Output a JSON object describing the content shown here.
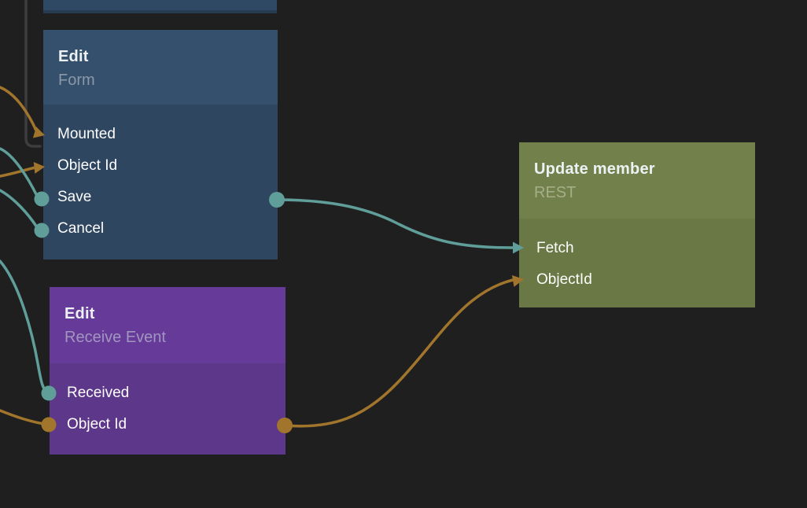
{
  "canvas": {
    "background": "#1f1f20"
  },
  "colors": {
    "signal_teal": "#5f9e99",
    "data_gold": "#a1752c",
    "inactive_wire": "#3d3d40",
    "blue_header": "#34506d",
    "blue_body": "#2e4660",
    "purple_header": "#663a99",
    "purple_body": "#5d3789",
    "olive_header": "#72814b",
    "olive_body": "#6a7845"
  },
  "nodes": [
    {
      "id": "clipped-node-top",
      "title": "",
      "subtitle": "",
      "ports": []
    },
    {
      "id": "edit-form",
      "title": "Edit",
      "subtitle": "Form",
      "ports": [
        {
          "label": "Mounted",
          "connector": "signal-arrow-input",
          "color": "#a1752c"
        },
        {
          "label": "Object Id",
          "connector": "data-arrow-input",
          "color": "#a1752c"
        },
        {
          "label": "Save",
          "connector": "signal-dot-input",
          "color": "#5f9e99"
        },
        {
          "label": "Cancel",
          "connector": "signal-dot-input",
          "color": "#5f9e99"
        }
      ],
      "output_port": {
        "side": "right",
        "color": "#5f9e99"
      }
    },
    {
      "id": "edit-receive-event",
      "title": "Edit",
      "subtitle": "Receive Event",
      "ports": [
        {
          "label": "Received",
          "connector": "signal-dot-input",
          "color": "#5f9e99"
        },
        {
          "label": "Object Id",
          "connector": "data-dot-input",
          "color": "#a1752c"
        }
      ],
      "output_port": {
        "side": "right",
        "color": "#a1752c"
      }
    },
    {
      "id": "update-member",
      "title": "Update member",
      "subtitle": "REST",
      "ports": [
        {
          "label": "Fetch",
          "connector": "signal-arrow-input",
          "color": "#5f9e99"
        },
        {
          "label": "ObjectId",
          "connector": "data-arrow-input",
          "color": "#a1752c"
        }
      ]
    }
  ],
  "wires": [
    {
      "name": "wire-into-mounted",
      "color": "#a1752c",
      "from": "offscreen-left",
      "to": "Edit Form / Mounted"
    },
    {
      "name": "wire-inactive-clipped-node",
      "color": "#3d3d40",
      "from": "clipped-node-top",
      "to": "Edit Form / Mounted"
    },
    {
      "name": "wire-into-save",
      "color": "#5f9e99",
      "from": "offscreen-left",
      "to": "Edit Form / Save"
    },
    {
      "name": "wire-into-object-id-form",
      "color": "#a1752c",
      "from": "offscreen-left",
      "to": "Edit Form / Object Id"
    },
    {
      "name": "wire-into-cancel",
      "color": "#5f9e99",
      "from": "offscreen-left",
      "to": "Edit Form / Cancel"
    },
    {
      "name": "wire-into-received",
      "color": "#5f9e99",
      "from": "offscreen-left",
      "to": "Edit Receive Event / Received"
    },
    {
      "name": "wire-into-object-id-receive",
      "color": "#a1752c",
      "from": "offscreen-left",
      "to": "Edit Receive Event / Object Id"
    },
    {
      "name": "wire-form-to-fetch",
      "color": "#5f9e99",
      "from": "Edit Form output",
      "to": "Update member / Fetch"
    },
    {
      "name": "wire-receive-to-objectid",
      "color": "#a1752c",
      "from": "Edit Receive Event output",
      "to": "Update member / ObjectId"
    }
  ]
}
